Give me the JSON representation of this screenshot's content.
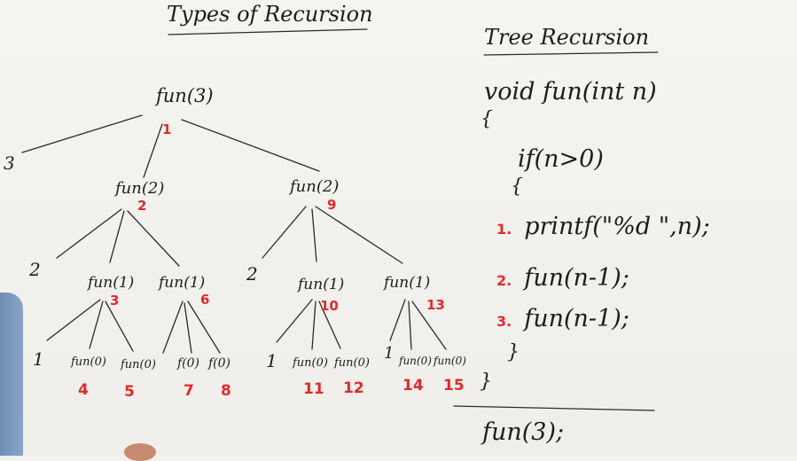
{
  "title": "Types of Recursion",
  "section_title": "Tree Recursion",
  "tree": {
    "root": {
      "label": "fun(3)",
      "order": "1"
    },
    "left_leaf": "3",
    "level2": [
      {
        "label": "fun(2)",
        "order": "2",
        "leaf": "2"
      },
      {
        "label": "fun(2)",
        "order": "9",
        "leaf": "2"
      }
    ],
    "level3": [
      {
        "label": "fun(1)",
        "order": "3",
        "leaf": "1"
      },
      {
        "label": "fun(1)",
        "order": "6"
      },
      {
        "label": "fun(1)",
        "order": "10",
        "leaf": "1"
      },
      {
        "label": "fun(1)",
        "order": "13",
        "leaf": "1"
      }
    ],
    "level4": [
      {
        "label": "fun(0)",
        "order": "4"
      },
      {
        "label": "fun(0)",
        "order": "5"
      },
      {
        "label": "f(0)",
        "order": "7"
      },
      {
        "label": "f(0)",
        "order": "8"
      },
      {
        "label": "fun(0)",
        "order": "11"
      },
      {
        "label": "fun(0)",
        "order": "12"
      },
      {
        "label": "fun(0)",
        "order": "14"
      },
      {
        "label": "fun(0)",
        "order": "15"
      }
    ]
  },
  "code": {
    "signature": "void fun(int n)",
    "open_brace": "{",
    "if_line": "if(n>0)",
    "if_brace": "{",
    "steps": [
      {
        "num": "1.",
        "text": "printf(\"%d \",n);"
      },
      {
        "num": "2.",
        "text": "fun(n-1);"
      },
      {
        "num": "3.",
        "text": "fun(n-1);"
      }
    ],
    "close_if": "}",
    "close_brace": "}",
    "call": "fun(3);"
  }
}
